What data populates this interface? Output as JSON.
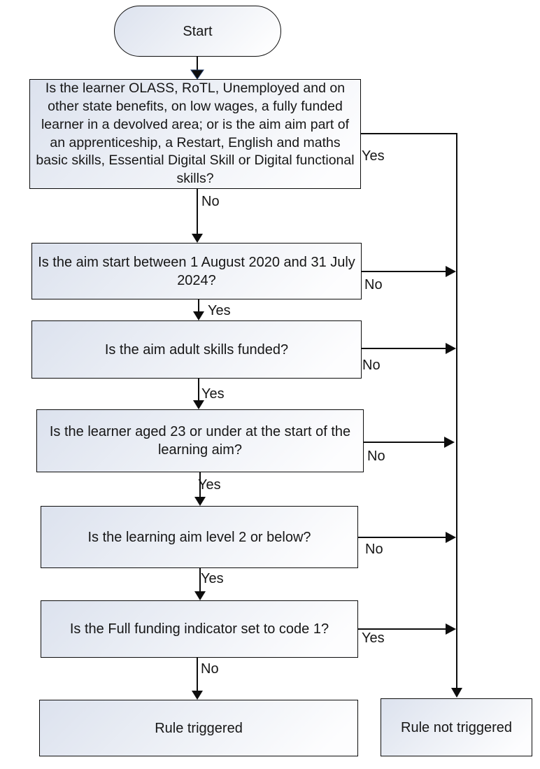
{
  "flowchart": {
    "start_label": "Start",
    "nodes": {
      "q1": "Is the learner OLASS, RoTL, Unemployed and on other state benefits, on low wages, a fully funded learner in a devolved area; or is the aim aim part of an apprenticeship, a Restart, English and maths basic skills, Essential Digital Skill or Digital functional skills?",
      "q2": "Is the aim start between 1 August 2020 and 31 July 2024?",
      "q3": "Is the aim adult skills funded?",
      "q4": "Is the learner aged 23 or under at the start of the learning aim?",
      "q5": "Is the learning aim level 2 or below?",
      "q6": "Is the Full funding indicator set to code 1?",
      "rule_triggered": "Rule triggered",
      "rule_not_triggered": "Rule not triggered"
    },
    "edge_labels": {
      "q1_yes": "Yes",
      "q1_no": "No",
      "q2_no": "No",
      "q2_yes": "Yes",
      "q3_no": "No",
      "q3_yes": "Yes",
      "q4_no": "No",
      "q4_yes": "Yes",
      "q5_no": "No",
      "q5_yes": "Yes",
      "q6_yes": "Yes",
      "q6_no": "No"
    },
    "colors": {
      "box_border": "#0d0d0d",
      "box_fill_top_left": "#dce2ee",
      "box_fill_bottom_right": "#fdfdfe",
      "arrow": "#0d0d0d",
      "start_arrowhead_fill": "#4472c4",
      "start_arrowhead_border": "#1f3864"
    }
  }
}
